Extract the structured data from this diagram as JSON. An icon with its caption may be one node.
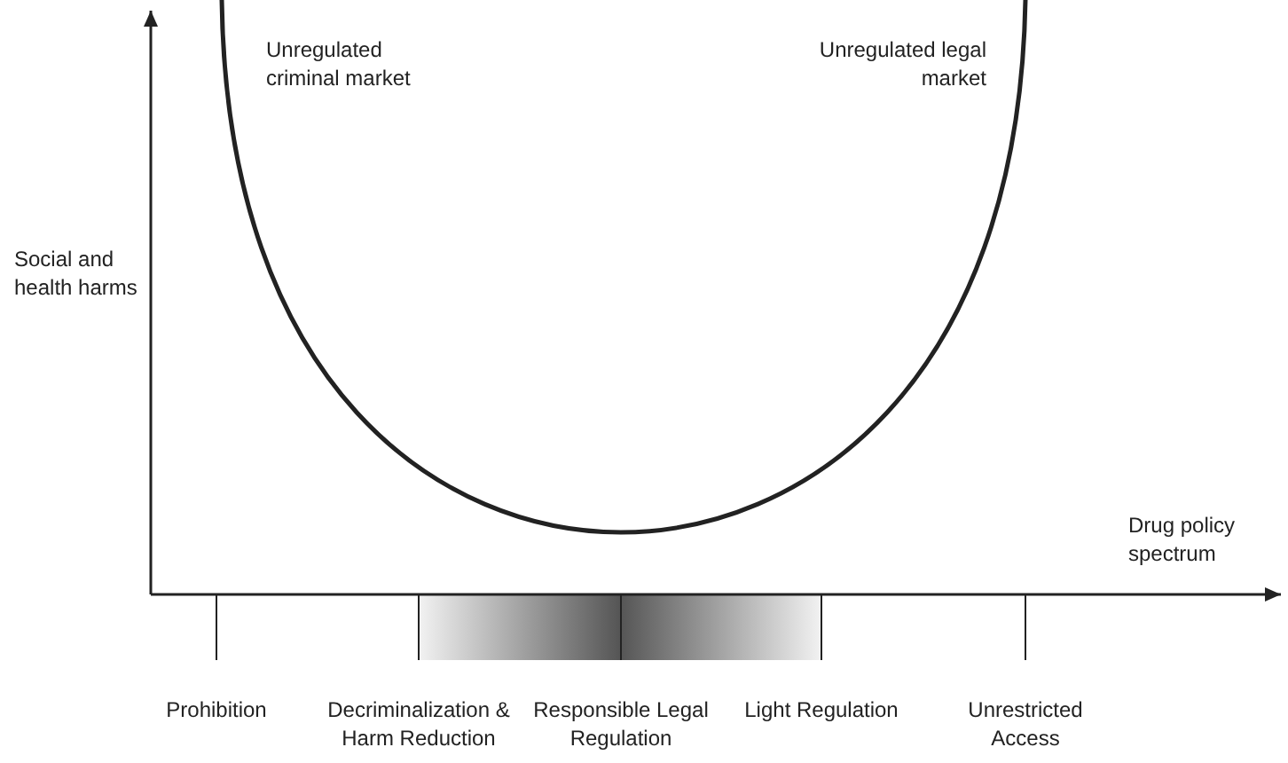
{
  "diagram": {
    "labels": [
      "Unregulated criminal market",
      "Unregulated legal market",
      "Social and health harms",
      "Drug policy spectrum",
      "Prohibition",
      "Decriminalization & Harm Reduction",
      "Responsible Legal Regulation",
      "Light Regulation",
      "Unrestricted Access"
    ]
  }
}
